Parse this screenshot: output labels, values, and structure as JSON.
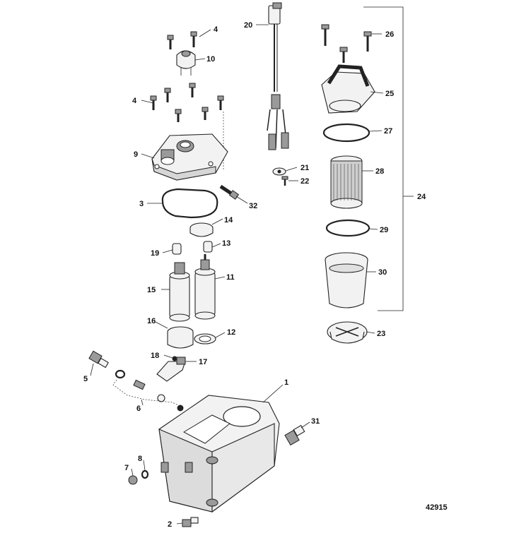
{
  "diagram_id": "42915",
  "callouts": {
    "c1": "1",
    "c2": "2",
    "c3": "3",
    "c4a": "4",
    "c4b": "4",
    "c5": "5",
    "c6": "6",
    "c7": "7",
    "c8": "8",
    "c9": "9",
    "c10": "10",
    "c11": "11",
    "c12": "12",
    "c13": "13",
    "c14": "14",
    "c15": "15",
    "c16": "16",
    "c17": "17",
    "c18": "18",
    "c19": "19",
    "c20": "20",
    "c21": "21",
    "c22": "22",
    "c23": "23",
    "c24": "24",
    "c25": "25",
    "c26": "26",
    "c27": "27",
    "c28": "28",
    "c29": "29",
    "c30": "30",
    "c31": "31",
    "c32": "32"
  }
}
